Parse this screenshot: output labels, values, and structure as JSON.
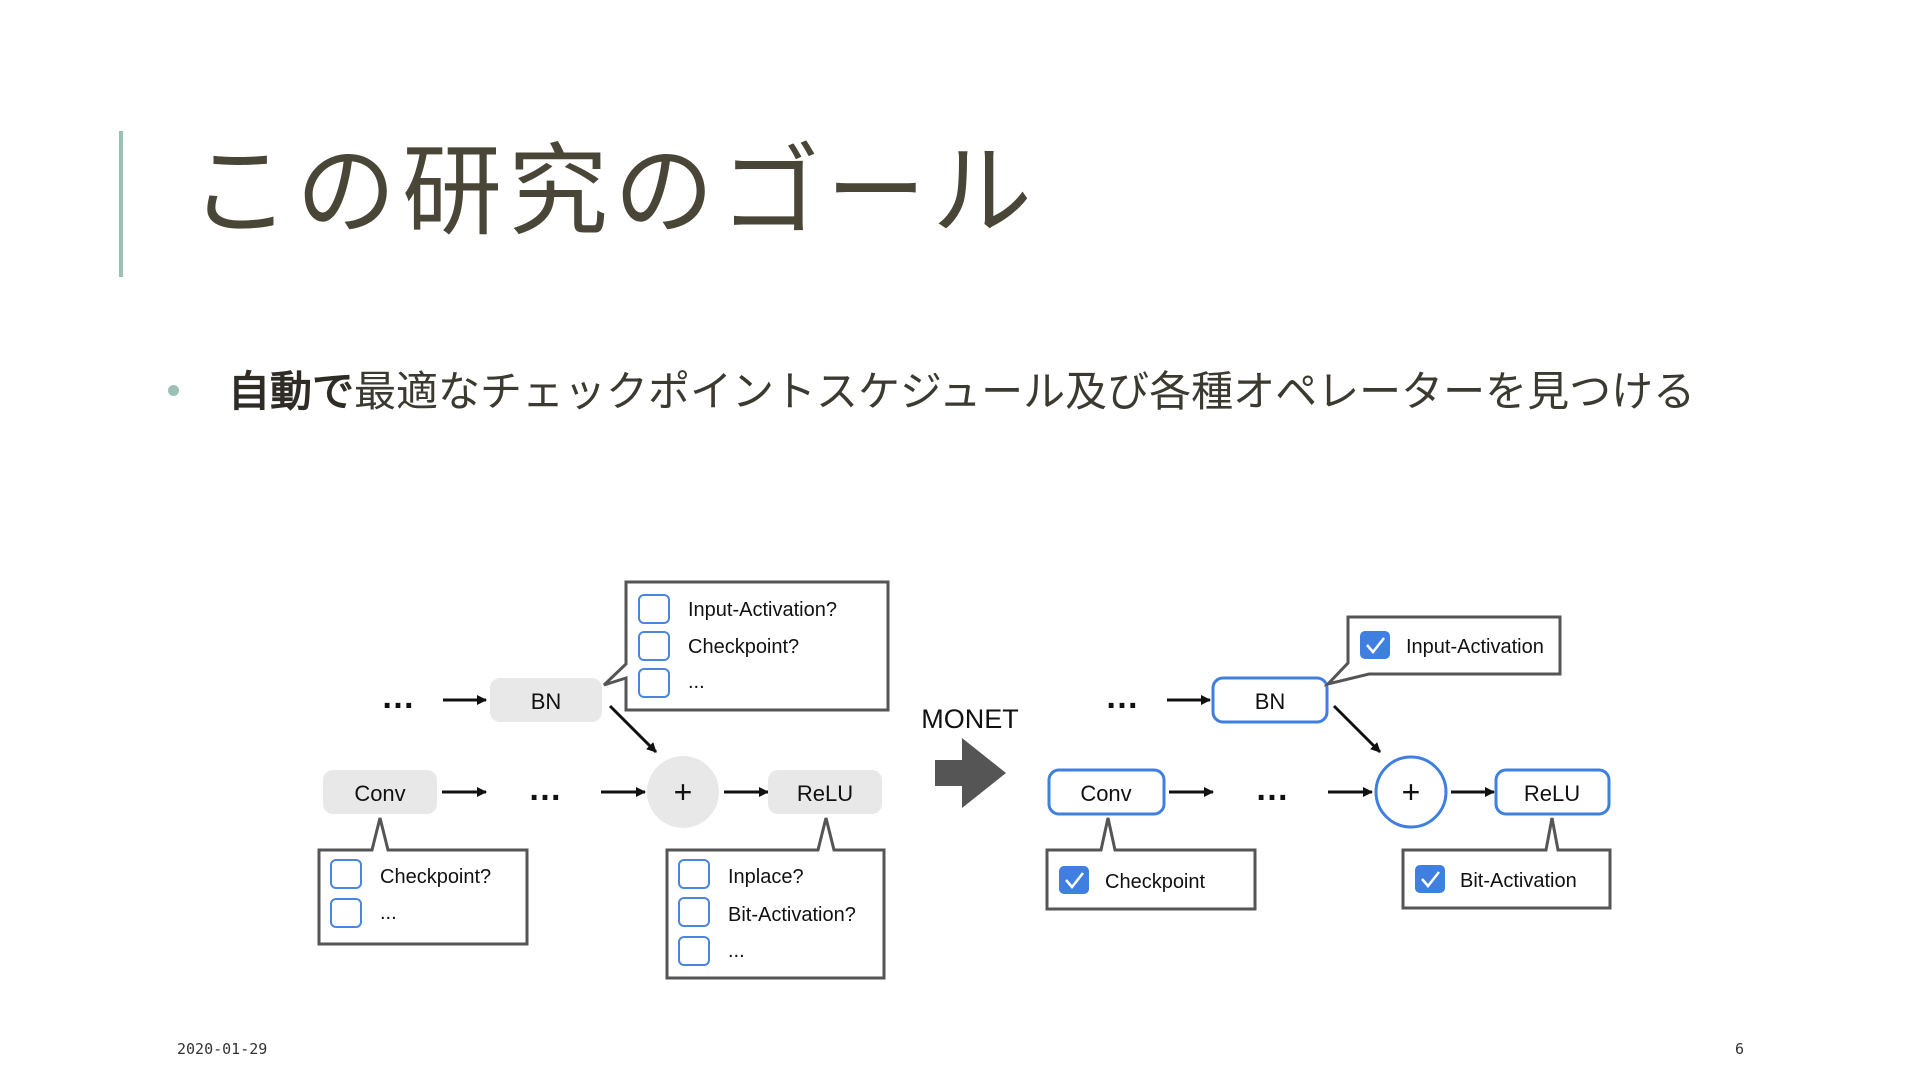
{
  "slide": {
    "title": "この研究のゴール",
    "bullet_bold": "自動で",
    "bullet_rest": "最適なチェックポイントスケジュール及び各種オペレーターを見つける",
    "footer_date": "2020-01-29",
    "page_number": "6"
  },
  "diagram": {
    "monet_label": "MONET",
    "ellipsis": "…",
    "plus": "+",
    "left": {
      "bn": "BN",
      "conv": "Conv",
      "relu": "ReLU",
      "bn_options": [
        "Input-Activation?",
        "Checkpoint?",
        "..."
      ],
      "conv_options": [
        "Checkpoint?",
        "..."
      ],
      "relu_options": [
        "Inplace?",
        "Bit-Activation?",
        "..."
      ]
    },
    "right": {
      "bn": "BN",
      "conv": "Conv",
      "relu": "ReLU",
      "bn_option": "Input-Activation",
      "conv_option": "Checkpoint",
      "relu_option": "Bit-Activation"
    }
  },
  "colors": {
    "accent": "#9bc0b6",
    "title_text": "#4a4637",
    "blue": "#3f7fe0",
    "node_gray": "#e8e8e8",
    "callout_border": "#555555"
  }
}
